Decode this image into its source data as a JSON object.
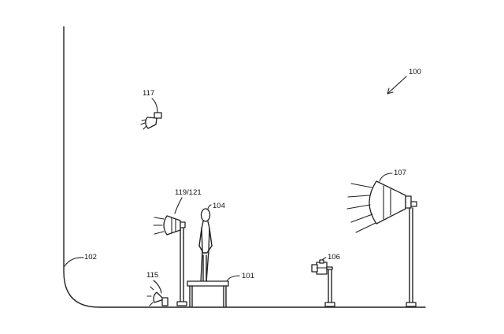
{
  "labels": {
    "figure": "100",
    "table": "101",
    "backdrop": "102",
    "subject": "104",
    "camera": "106",
    "main_light": "107",
    "floor_light": "115",
    "ceiling_light": "117",
    "side_light": "119/121"
  }
}
